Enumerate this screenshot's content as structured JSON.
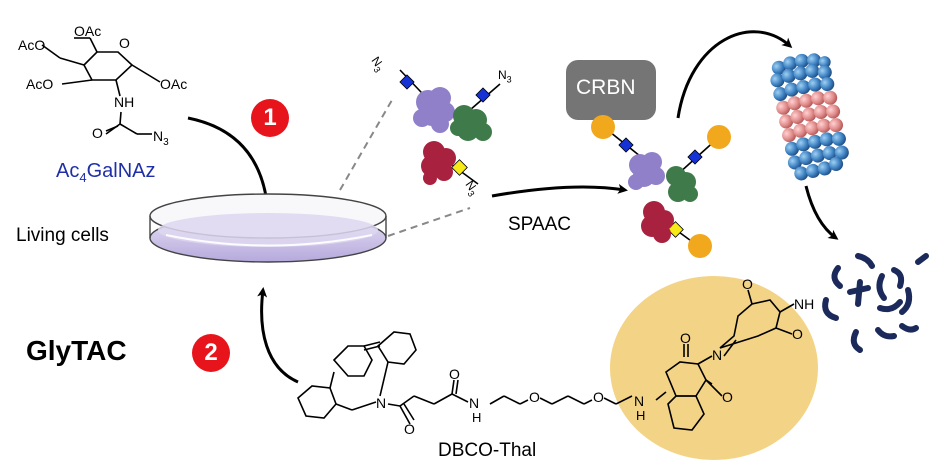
{
  "sugar": {
    "name": "Ac4GalNAz",
    "name_main": "Ac",
    "name_sub": "4",
    "name_rest": "GalNAz",
    "name_color": "#1f2fa8",
    "groups": {
      "oac_top": "OAc",
      "aco_left_top": "AcO",
      "aco_left_bottom": "AcO",
      "oac_right": "OAc",
      "nh": "NH",
      "o": "O",
      "ring_o": "O",
      "n3": "N",
      "n3_sub": "3"
    }
  },
  "labels": {
    "living_cells": "Living cells",
    "spaac": "SPAAC",
    "crbn": "CRBN",
    "glytac": "GlyTAC",
    "dbco_thal": "DBCO-Thal"
  },
  "steps": [
    {
      "number": "1",
      "color": "#e8141c"
    },
    {
      "number": "2",
      "color": "#e8141c"
    }
  ],
  "glycoprotein": {
    "azide": "N",
    "azide_sub": "3"
  },
  "linker": {
    "n": "N",
    "o": "O",
    "nh": "H",
    "ring_nh": "NH"
  },
  "colors": {
    "crbn_box": "#757575",
    "ligand_circle": "#f2a81d",
    "highlight": "#f3d386",
    "galnaz_square": "#1432d6",
    "galnac_square": "#f6ea1a",
    "protein_purple": "#8f80c9",
    "protein_green": "#3f7a4a",
    "protein_red": "#a8223f",
    "proteasome_blue": "#3e82c3",
    "proteasome_pink": "#e08a8a",
    "fragments": "#1b2a5a",
    "red_badge": "#e8141c"
  }
}
